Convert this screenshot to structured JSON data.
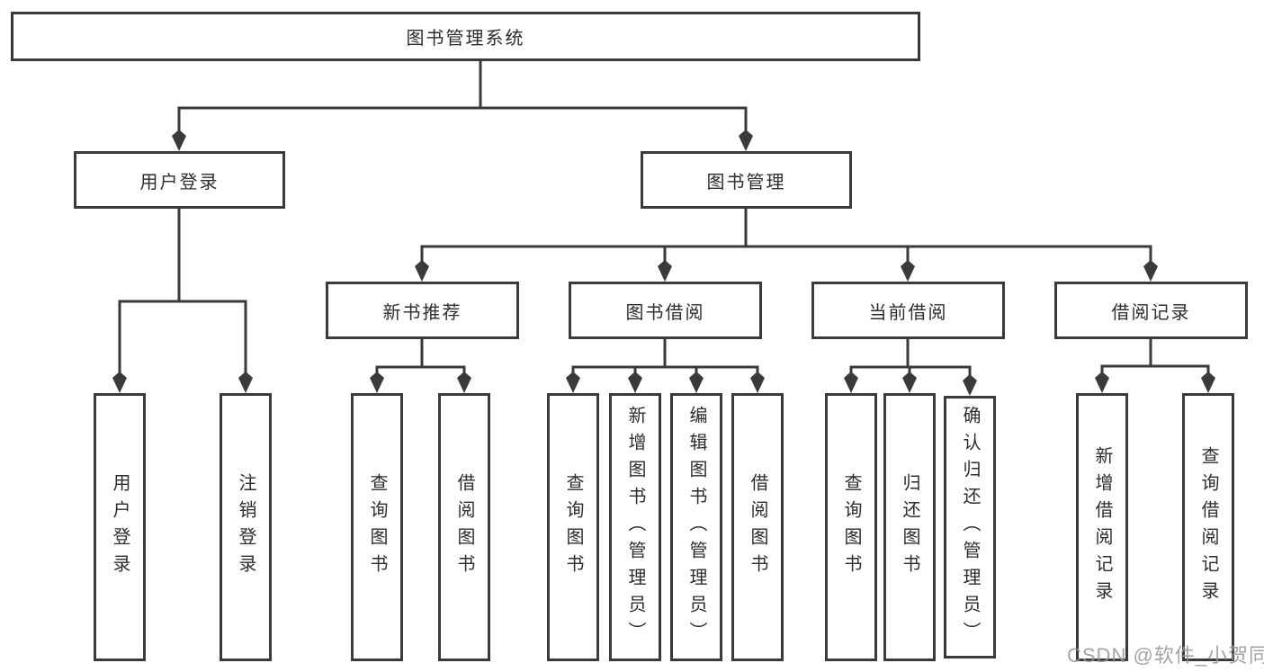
{
  "nodes": {
    "root": "图书管理系统",
    "login_group": "用户登录",
    "book_management": "图书管理",
    "new_book_recommend": "新书推荐",
    "book_borrow": "图书借阅",
    "current_borrow": "当前借阅",
    "borrow_records": "借阅记录",
    "login_children": [
      "用户登录",
      "注销登录"
    ],
    "recommend_children": [
      "查询图书",
      "借阅图书"
    ],
    "borrow_children": [
      "查询图书",
      "新增图书（管理员）",
      "编辑图书（管理员）",
      "借阅图书"
    ],
    "current_children": [
      "查询图书",
      "归还图书",
      "确认归还（管理员）"
    ],
    "records_children": [
      "新增借阅记录",
      "查询借阅记录"
    ]
  },
  "watermark": "CSDN @软件_小贺同学",
  "colors": {
    "line": "#3a3a3a",
    "text": "#2d2d2d",
    "watermark": "#949494",
    "background": "#ffffff"
  }
}
